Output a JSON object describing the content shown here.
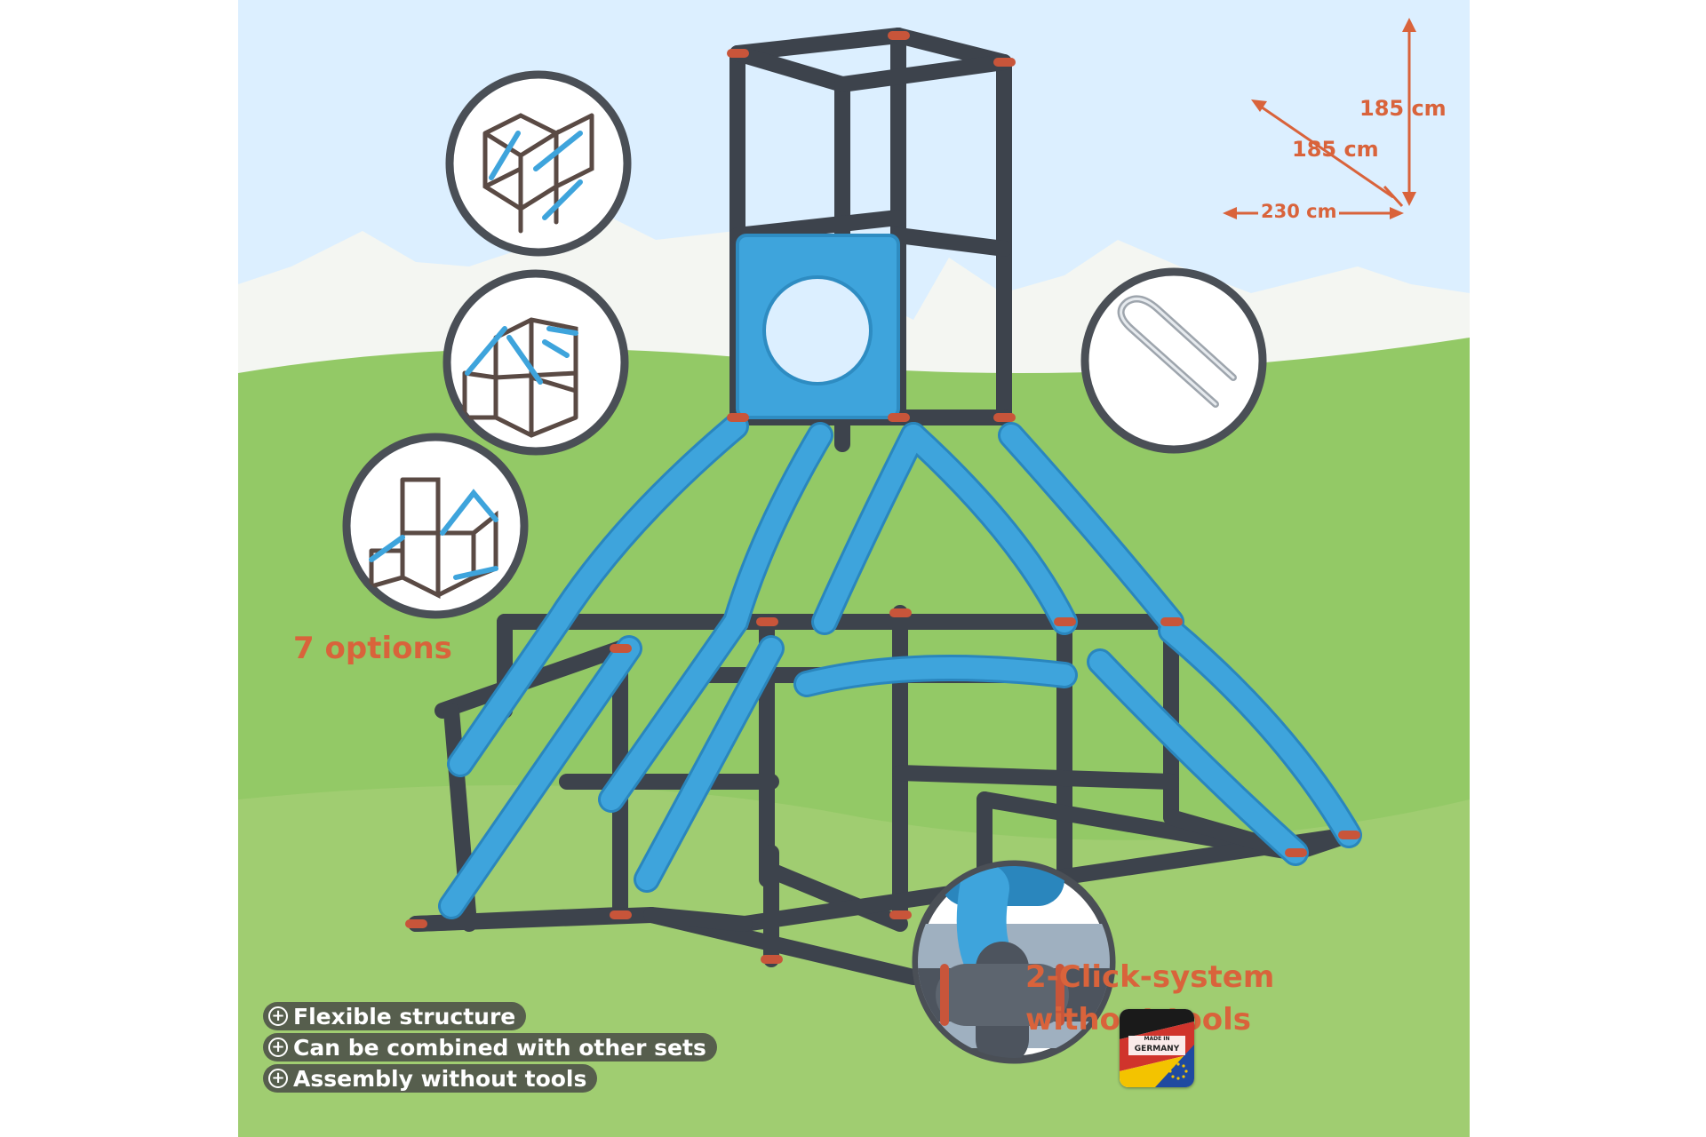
{
  "dimensions": {
    "height_label": "185 cm",
    "depth_label": "185 cm",
    "width_label": "230 cm"
  },
  "options_label": "7 options",
  "system_label": {
    "line1": "2-Click-system",
    "line2": "without tools"
  },
  "features": [
    "Flexible structure",
    "Can be combined with other sets",
    "Assembly without tools"
  ],
  "badge": {
    "line1": "MADE IN",
    "line2": "GERMANY"
  },
  "colors": {
    "accent_orange": "#d9633b",
    "frame_blue": "#3ea4dc",
    "frame_gray": "#3d434c",
    "sky": "#dcefff",
    "grass": "#93c966"
  }
}
